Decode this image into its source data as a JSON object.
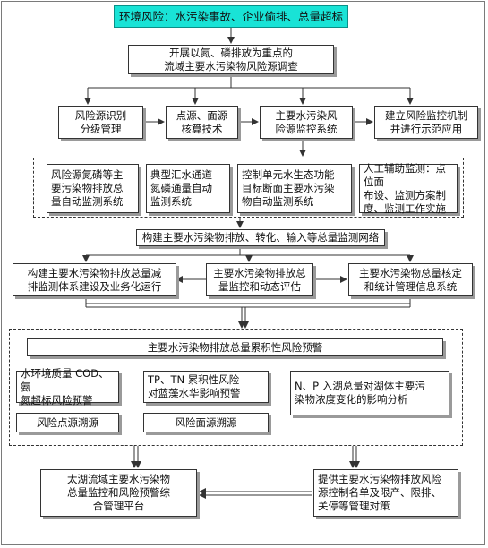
{
  "colors": {
    "header_fill": "#19e3d6",
    "line": "#333333",
    "shadow": "#9a9a9a"
  },
  "nodes": {
    "risk": "环境风险：水污染事故、企业偷排、总量超标",
    "survey": "开展以氮、磷排放为重点的\n流域主要水污染物风险源调查",
    "classify": "风险源识别\n分级管理",
    "pointsrc": "点源、面源\n核算技术",
    "monitor_sys": "主要水污染风\n险源监控系统",
    "warning_mech": "建立风险监控机制\n并进行示范应用",
    "auto_monitor": "风险源氮磷等主\n要污染物排放总\n量自动监测系统",
    "channel": "典型汇水通道\n氮磷通量自动\n监测系统",
    "section": "控制单元水生态功能\n目标断面主要水污染\n物自动监测系统",
    "manual": "人工辅助监测：点位面\n布设、监测方案制\n度、监测工作实施",
    "network": "构建主要水污染物排放、转化、输入等总量监测网络",
    "build_sys": "构建主要水污染物排放总量减\n排监测体系建设及业务化运行",
    "dynamic": "主要水污染物排放总\n量监控和动态评估",
    "stats": "主要水污染物总量核定\n和统计管理信息系统",
    "cumulative": "主要水污染物排放总量累积性风险预警",
    "quality": "水环境质量 COD、氨\n氮超标风险预警",
    "tptn": "TP、TN 累积性风险\n对蓝藻水华影响预警",
    "np": "N、P 入湖总量对湖体主要污\n染物浓度变化的影响分析",
    "trace_point": "风险点源溯源",
    "trace_area": "风险面源溯源",
    "platform": "太湖流域主要水污染物\n总量监控和风险预警综\n合管理平台",
    "list": "提供主要水污染物排放风险\n源控制名单及限产、限排、\n关停等管理对策"
  }
}
